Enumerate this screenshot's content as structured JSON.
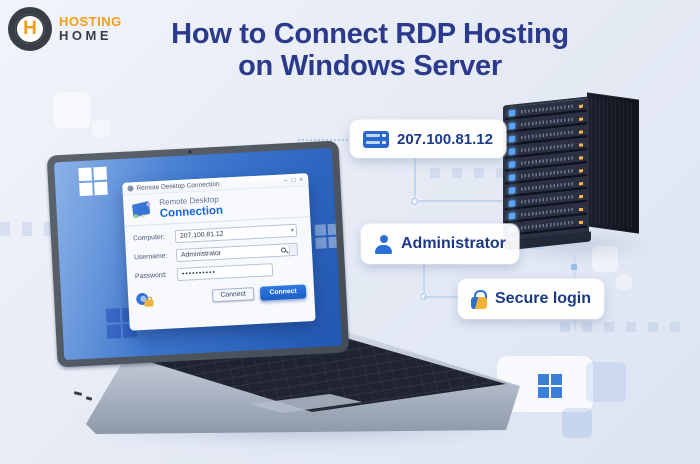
{
  "brand": {
    "monogram": "H",
    "word1": "HOSTING",
    "word2": "HOME"
  },
  "title": {
    "line1": "How to Connect RDP Hosting",
    "line2": "on Windows Server"
  },
  "callouts": {
    "ip": {
      "label": "207.100.81.12",
      "icon": "server-ip-icon"
    },
    "admin": {
      "label": "Administrator",
      "icon": "user-icon"
    },
    "secure": {
      "label": "Secure login",
      "icon": "lock-icon"
    }
  },
  "rdp_dialog": {
    "titlebar": {
      "title": "Remote Desktop Connection"
    },
    "window_controls": {
      "minimize": "–",
      "maximize": "□",
      "close": "×"
    },
    "header": {
      "line1": "Remote Desktop",
      "line2": "Connection"
    },
    "fields": {
      "computer": {
        "label": "Computer:",
        "value": "207.100.81.12"
      },
      "username": {
        "label": "Username:",
        "value": "Administrator"
      },
      "password": {
        "label": "Password:",
        "value": "••••••••••"
      }
    },
    "combo_chevron": "▾",
    "buttons": {
      "secondary": "Connect",
      "primary": "Connect"
    }
  },
  "colors": {
    "title_navy": "#2b3a8c",
    "accent_blue": "#1f64c8",
    "badge_text": "#1d3a86",
    "brand_orange": "#f49d1d",
    "brand_dark": "#383e47",
    "screen_blue": "#2f6fd0",
    "server_dark": "#1d2230",
    "amber": "#f2b23a"
  }
}
